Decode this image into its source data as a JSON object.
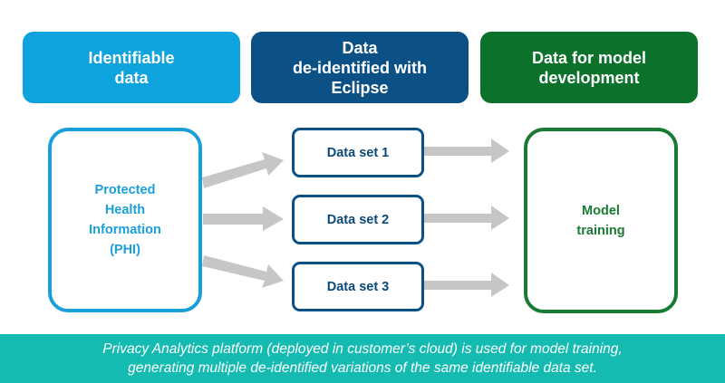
{
  "headers": [
    {
      "label": "Identifiable\ndata",
      "color": "#0ea3dc"
    },
    {
      "label": "Data\nde-identified with\nEclipse",
      "color": "#0b5185"
    },
    {
      "label": "Data for model\ndevelopment",
      "color": "#0c722b"
    }
  ],
  "source_box": {
    "label": "Protected\nHealth\nInformation\n(PHI)",
    "color": "#1aa0d8"
  },
  "datasets": [
    {
      "label": "Data set 1"
    },
    {
      "label": "Data set 2"
    },
    {
      "label": "Data set 3"
    }
  ],
  "target_box": {
    "label": "Model\ntraining",
    "color": "#197a33"
  },
  "arrow_color": "#c6c6c6",
  "footer": {
    "line1": "Privacy Analytics platform (deployed in customer’s cloud) is used for model training,",
    "line2": "generating multiple de-identified variations of the same identifiable data set."
  }
}
